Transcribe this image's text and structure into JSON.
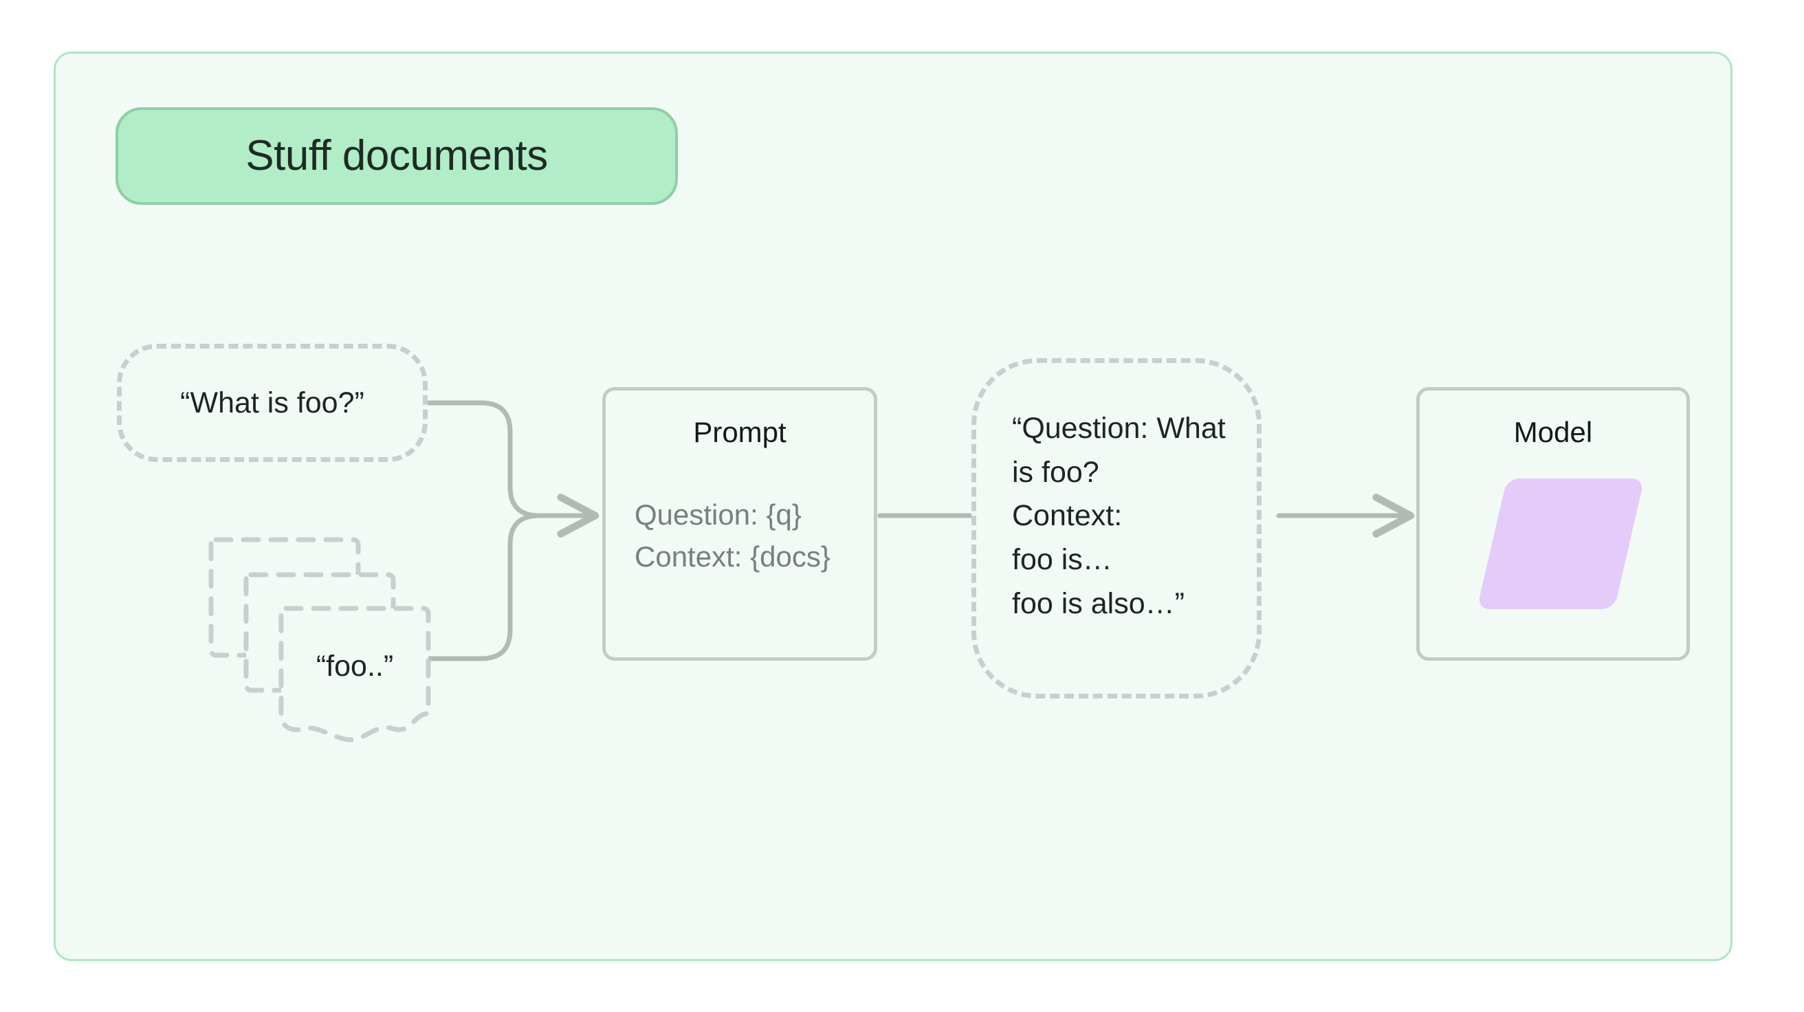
{
  "panel": {
    "background_color": "#f2faf5",
    "border_color": "#a9e9c1"
  },
  "title_badge": {
    "label": "Stuff documents",
    "fill_color": "#b1edc7",
    "border_color": "#8dcfa6",
    "text_color": "#1e2b24"
  },
  "nodes": {
    "question": {
      "name": "question-bubble",
      "text": "“What is foo?”",
      "style": "dashed",
      "border_color": "#c7d0cc"
    },
    "documents": {
      "name": "documents-stack",
      "text": "“foo..”",
      "sheet_count": 3,
      "style": "dashed",
      "border_color": "#c7d0cc"
    },
    "prompt": {
      "name": "prompt-node",
      "title": "Prompt",
      "lines": [
        "Question: {q}",
        "Context: {docs}"
      ],
      "style": "solid",
      "border_color": "#c4cbc7",
      "title_color": "#14181a",
      "line_color": "#76807c"
    },
    "rendered_prompt": {
      "name": "rendered-prompt-bubble",
      "lines": [
        "“Question: What",
        "is foo?",
        "Context:",
        "foo is…",
        "foo is also…”"
      ],
      "style": "dashed",
      "border_color": "#c7d0cc"
    },
    "model": {
      "name": "model-node",
      "title": "Model",
      "glyph": "parallelogram",
      "glyph_color": "#e4cbfa",
      "style": "solid",
      "border_color": "#c4cbc7"
    }
  },
  "connectors": {
    "stroke_color": "#b3bab6",
    "edges": [
      {
        "from": "question",
        "to": "prompt"
      },
      {
        "from": "documents",
        "to": "prompt"
      },
      {
        "from": "prompt",
        "to": "rendered_prompt"
      },
      {
        "from": "rendered_prompt",
        "to": "model"
      }
    ]
  }
}
